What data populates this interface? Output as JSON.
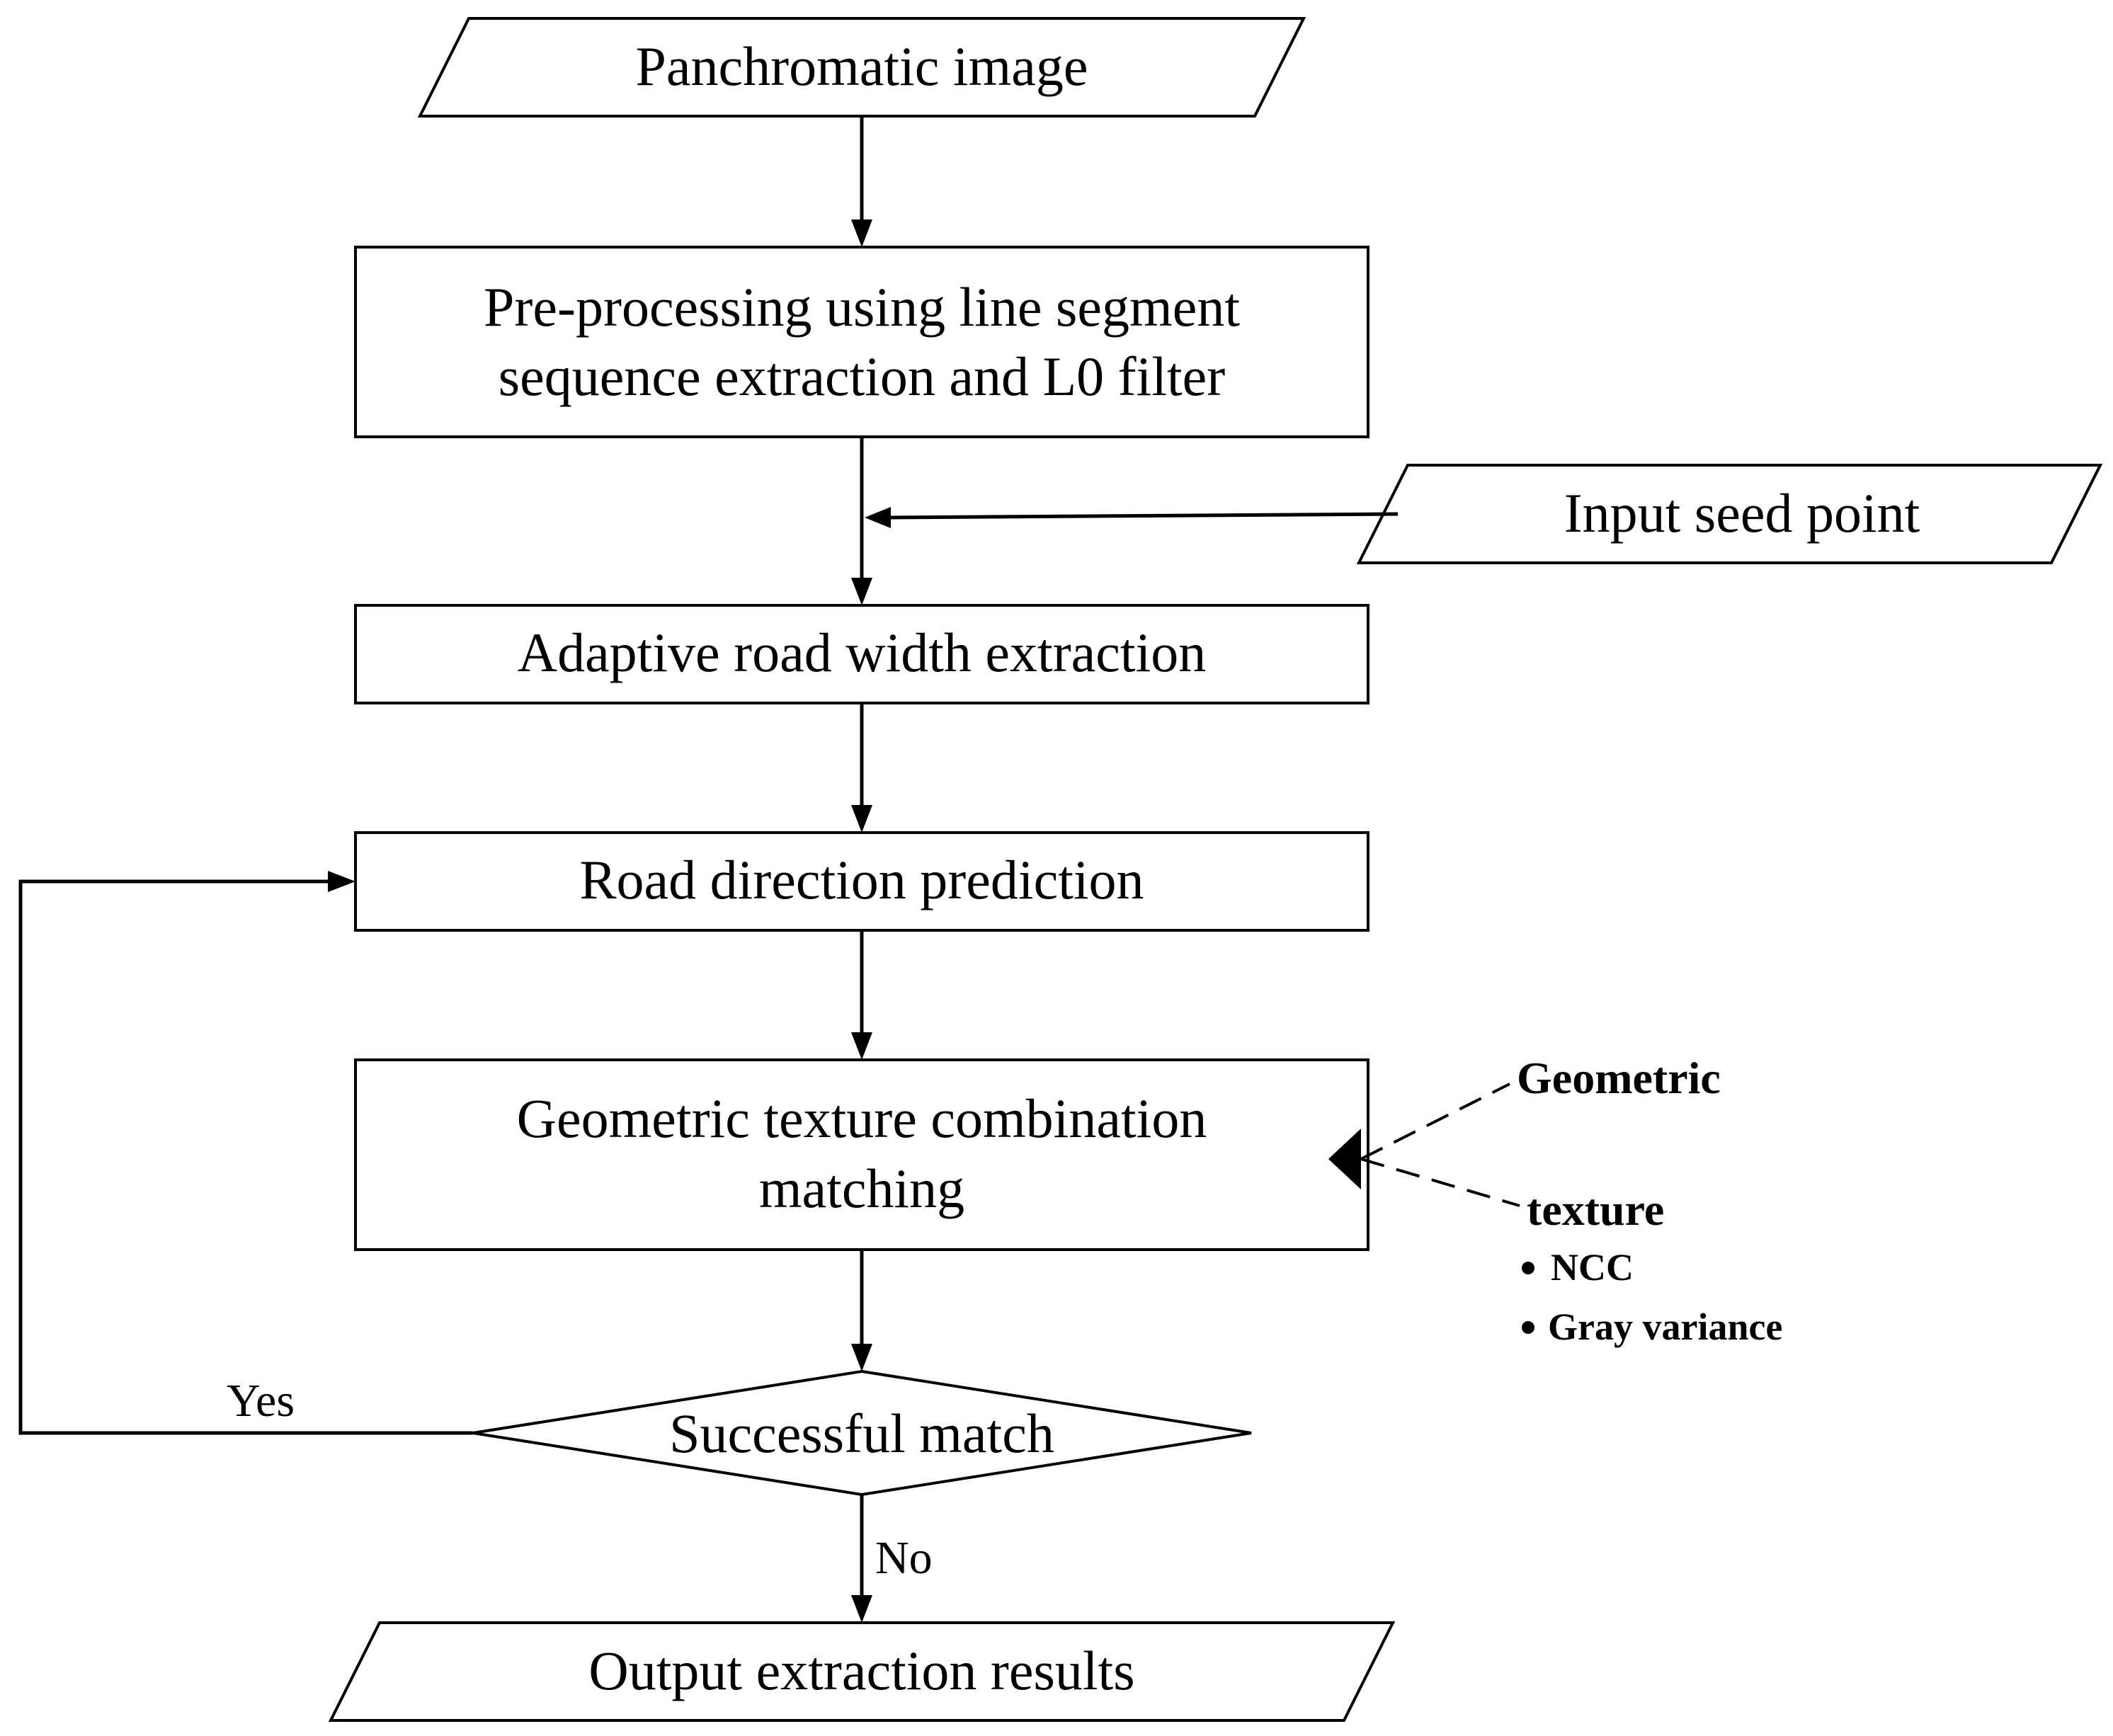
{
  "nodes": {
    "panchromatic": "Panchromatic image",
    "preprocess_line1": "Pre-processing using line segment",
    "preprocess_line2": "sequence extraction and L0 filter",
    "seed": "Input seed point",
    "width": "Adaptive road width extraction",
    "direction": "Road direction prediction",
    "matching_line1": "Geometric texture combination",
    "matching_line2": "matching",
    "decision": "Successful match",
    "output": "Output extraction results"
  },
  "edges": {
    "yes": "Yes",
    "no": "No"
  },
  "features": {
    "geometric": "Geometric",
    "texture": "texture",
    "items": [
      "NCC",
      "Gray variance"
    ]
  }
}
